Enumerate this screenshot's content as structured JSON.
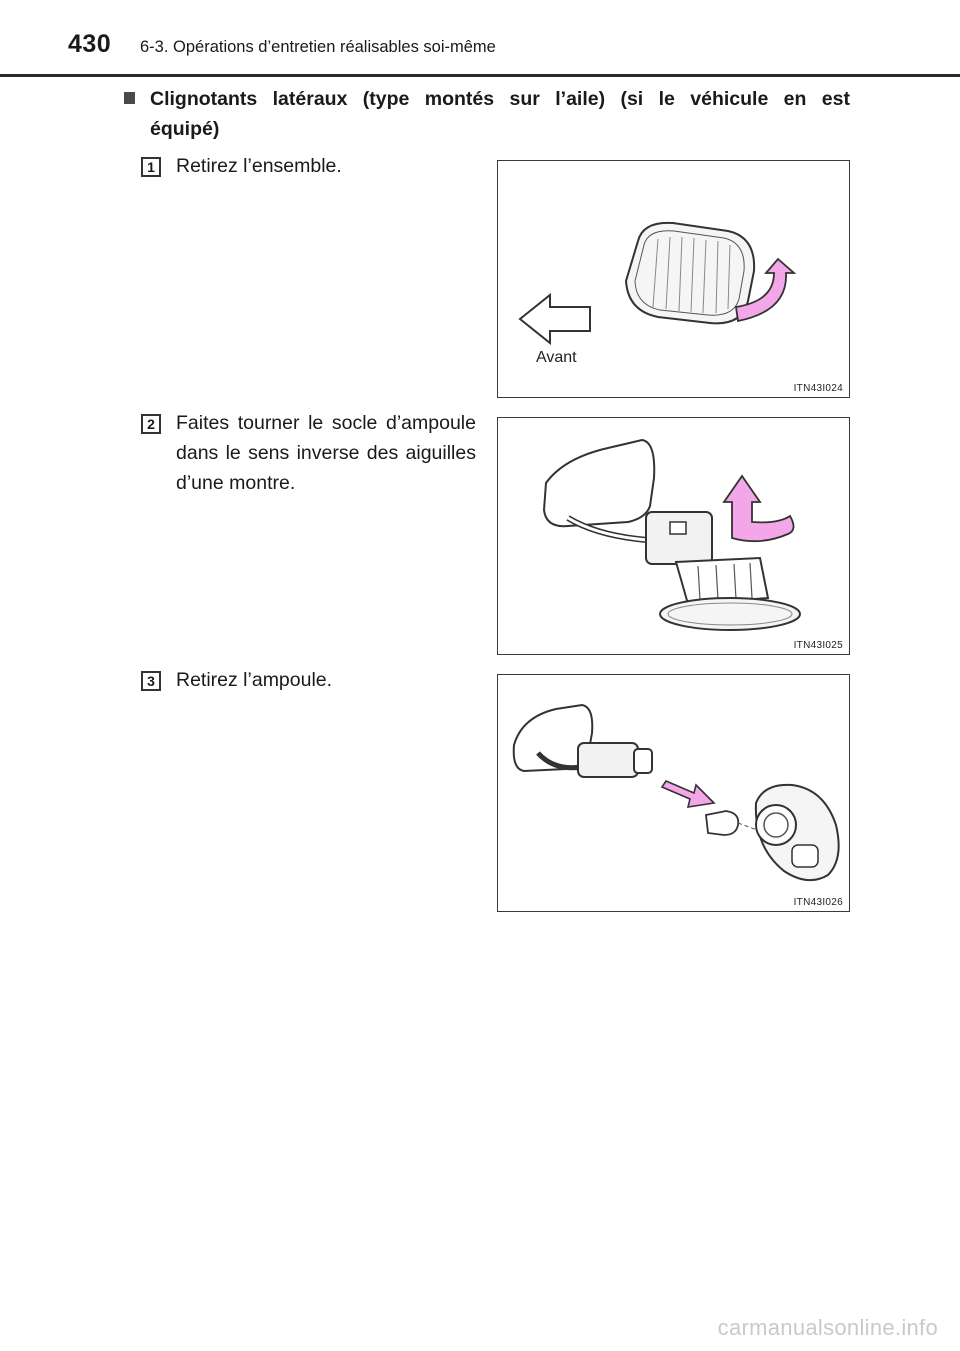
{
  "header": {
    "page_number": "430",
    "section_title": "6-3. Opérations d’entretien réalisables soi-même"
  },
  "subheading": {
    "line1": "Clignotants latéraux (type montés sur l’aile) (si le véhicule en est",
    "line2": "équipé)"
  },
  "steps": [
    {
      "number": "1",
      "text": "Retirez l’ensemble."
    },
    {
      "number": "2",
      "text": "Faites tourner le socle d’ampoule dans le sens inverse des aiguilles d’une montre."
    },
    {
      "number": "3",
      "text": "Retirez l’ampoule."
    }
  ],
  "figures": [
    {
      "code": "ITN43I024",
      "label": "Avant"
    },
    {
      "code": "ITN43I025"
    },
    {
      "code": "ITN43I026"
    }
  ],
  "colors": {
    "arrow_fill": "#f4a7e8",
    "arrow_stroke": "#333333"
  },
  "watermark": "carmanualsonline.info"
}
